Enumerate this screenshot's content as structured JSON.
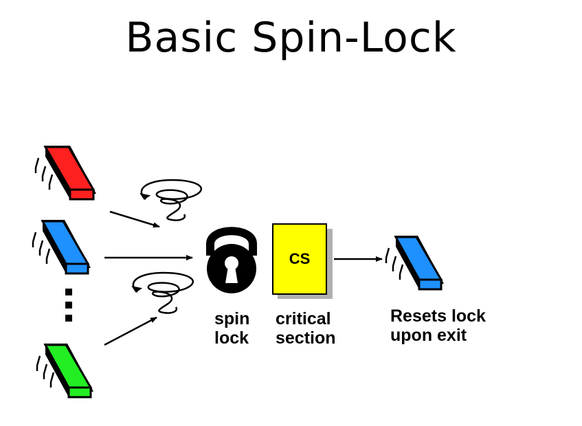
{
  "title": "Basic Spin-Lock",
  "colors": {
    "cpu_red": "#ff2020",
    "cpu_blue": "#1e90ff",
    "cpu_green": "#22ee22",
    "cs_box": "#ffff00",
    "cs_shadow": "#b0b0b0",
    "lock": "#000000"
  },
  "threads": [
    {
      "name": "red-processor",
      "color": "#ff2020"
    },
    {
      "name": "blue-processor",
      "color": "#1e90ff"
    },
    {
      "name": "green-processor",
      "color": "#22ee22"
    }
  ],
  "lock": {
    "label_line1": "spin",
    "label_line2": "lock"
  },
  "critical_section": {
    "box_text": "CS",
    "label_line1": "critical",
    "label_line2": "section"
  },
  "exit": {
    "label_line1": "Resets lock",
    "label_line2": "upon exit"
  },
  "ellipsis": "vertical-dots"
}
